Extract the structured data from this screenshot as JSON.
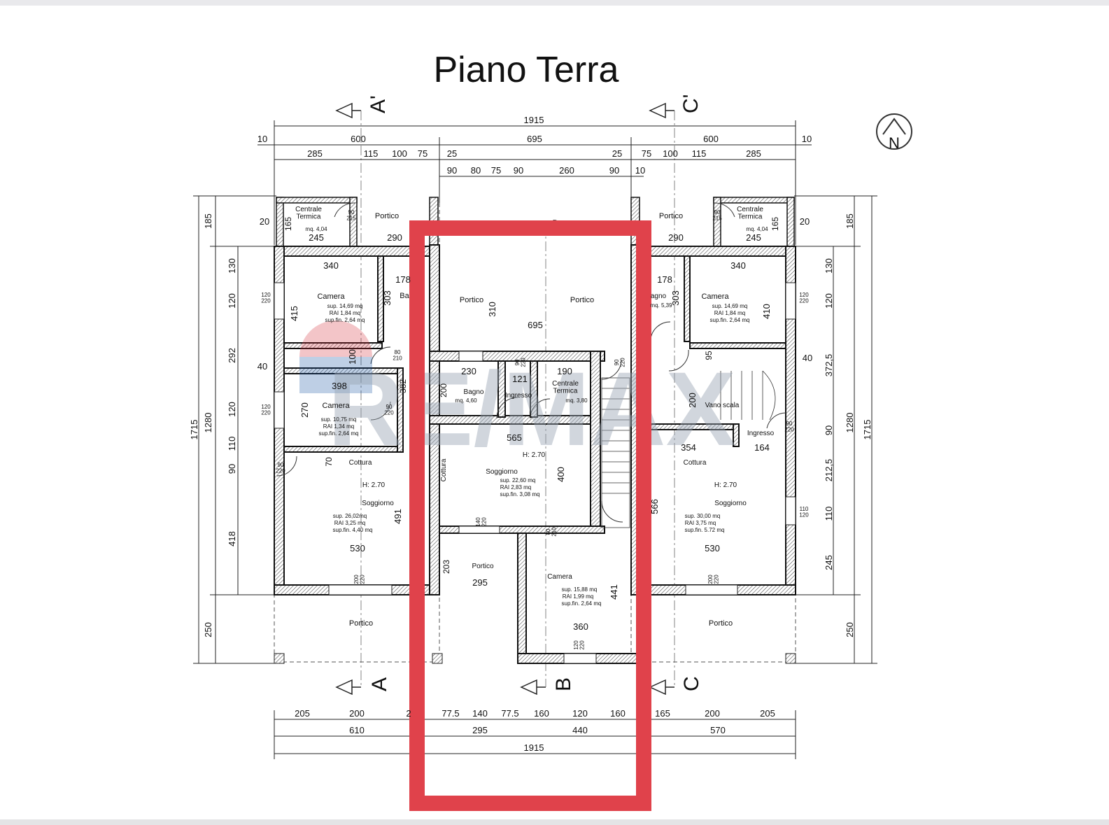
{
  "title": "Piano Terra",
  "north_label": "N",
  "section_marks": [
    "A'",
    "C'",
    "A",
    "B",
    "C",
    "B'"
  ],
  "watermark": "RE/MAX",
  "highlight_color": "#e0424b",
  "top_dims": {
    "total": "1915",
    "row2": [
      "10",
      "600",
      "695",
      "600",
      "10"
    ],
    "row3": [
      "285",
      "115",
      "100",
      "75",
      "25",
      "25",
      "75",
      "100",
      "115",
      "285"
    ],
    "row4": [
      "90",
      "80",
      "75",
      "90",
      "260",
      "90",
      "10"
    ]
  },
  "bottom_dims": {
    "row1": [
      "205",
      "200",
      "2",
      "77.5",
      "140",
      "77.5",
      "160",
      "120",
      "160",
      "165",
      "200",
      "205"
    ],
    "row2": [
      "610",
      "295",
      "440",
      "570"
    ],
    "total": "1915"
  },
  "left_dims": {
    "overall": "1715",
    "outer": [
      "185",
      "1280",
      "250"
    ],
    "inner": [
      "130",
      "120",
      "292",
      "120",
      "110",
      "90",
      "418"
    ],
    "side": [
      "20",
      "40"
    ]
  },
  "right_dims": {
    "overall": "1715",
    "outer": [
      "185",
      "1280",
      "250"
    ],
    "inner": [
      "130",
      "120",
      "372,5",
      "90",
      "212,5",
      "110",
      "245"
    ],
    "side": [
      "20",
      "40"
    ]
  },
  "rooms": {
    "left_centrale": {
      "name": "Centrale\nTermica",
      "area": "mq. 4,04",
      "door": "90\n215",
      "w": "245",
      "side": "165"
    },
    "left_portico_top": {
      "name": "Portico",
      "w": "290"
    },
    "left_camera1": {
      "name": "Camera",
      "sup": "sup. 14,69 mq",
      "rai": "RAI 1,84 mq",
      "supfin": "sup.fin. 2,64 mq",
      "w": "340",
      "h": "415",
      "win": "120\n220"
    },
    "left_bagno": {
      "name": "Ba",
      "w": "178",
      "h": "303",
      "h2": "100"
    },
    "left_camera2": {
      "name": "Camera",
      "sup": "sup. 10,75 mq",
      "rai": "RAI 1,34 mq",
      "supfin": "sup.fin. 2,64 mq",
      "w": "398",
      "h": "270",
      "h2": "382",
      "win": "120\n220"
    },
    "left_soggiorno": {
      "name": "Soggiorno",
      "cottura": "Cottura",
      "height": "H: 2.70",
      "sup": "sup. 26,02mq",
      "rai": "RAI 3,25 mq",
      "supfin": "sup.fin. 4,40 mq",
      "w": "530",
      "h": "491",
      "h2": "70",
      "door": "90\n220",
      "win": "200\n220"
    },
    "left_portico_bottom": {
      "name": "Portico"
    },
    "center_portico_l": {
      "name": "Portico"
    },
    "center_portico_r": {
      "name": "Portico"
    },
    "center_portico_dims": {
      "w": "695",
      "h": "310"
    },
    "center_bagno": {
      "name": "Bagno",
      "area": "mq. 4,60",
      "w": "230",
      "h": "200"
    },
    "center_ingresso": {
      "name": "Ingresso",
      "w": "121",
      "door": "90\n220"
    },
    "center_centrale": {
      "name": "Centrale\nTermica",
      "area": "mq. 3,80",
      "w": "190"
    },
    "center_soggiorno": {
      "name": "Soggiorno",
      "cottura": "Cottura",
      "height": "H: 2.70",
      "sup": "sup. 22,60 mq",
      "rai": "RAI 2,83 mq",
      "supfin": "sup.fin. 3,08 mq",
      "w": "565",
      "h": "400"
    },
    "center_portico_bottom": {
      "name": "Portico",
      "w": "295",
      "h": "203"
    },
    "center_camera": {
      "name": "Camera",
      "sup": "sup. 15,88 mq",
      "rai": "RAI 1,99 mq",
      "supfin": "sup.fin. 2,64 mq",
      "w": "360",
      "h": "441",
      "win": "120\n220"
    },
    "right_centrale": {
      "name": "Centrale\nTermica",
      "area": "mq. 4,04",
      "door": "90\n215",
      "w": "245",
      "side": "165"
    },
    "right_portico_top": {
      "name": "Portico",
      "w": "290"
    },
    "right_bagno": {
      "name": "agno",
      "area": "mq. 5,39",
      "w": "178",
      "h": "303"
    },
    "right_camera": {
      "name": "Camera",
      "sup": "sup. 14,69 mq",
      "rai": "RAI 1,84 mq",
      "supfin": "sup.fin. 2,64 mq",
      "w": "340",
      "h": "410",
      "win": "120\n220"
    },
    "right_vano": {
      "name": "Vano scala",
      "h": "200",
      "h2": "95"
    },
    "right_ingresso": {
      "name": "Ingresso",
      "door": "90\n220"
    },
    "right_soggiorno": {
      "name": "Soggiorno",
      "cottura": "Cottura",
      "height": "H: 2.70",
      "sup": "sup. 30,00 mq",
      "rai": "RAI 3,75 mq",
      "supfin": "sup.fin. 5.72 mq",
      "w": "530",
      "w2": "354",
      "w3": "164",
      "h": "566",
      "win": "110\n120",
      "win2": "200\n220"
    },
    "right_portico_bottom": {
      "name": "Portico"
    }
  },
  "door_labels": [
    "80\n210",
    "90\n220",
    "140\n220",
    "80\n210",
    "90\n220"
  ]
}
